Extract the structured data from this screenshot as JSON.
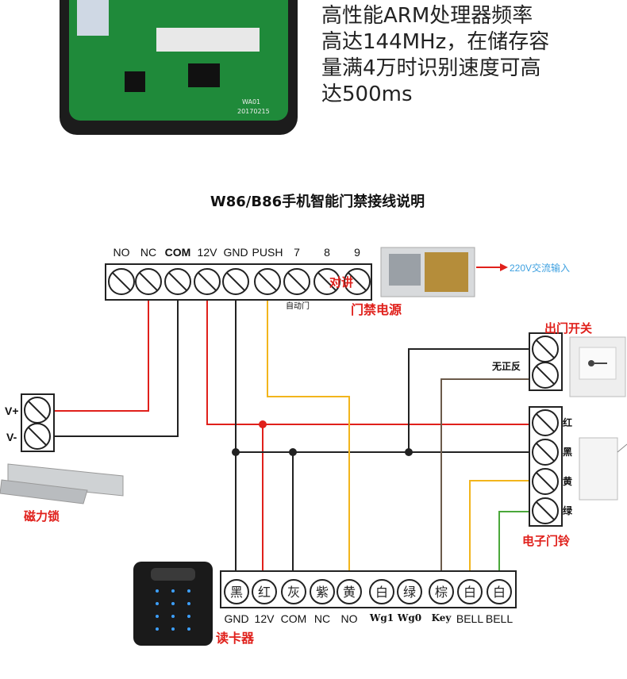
{
  "description_lines": [
    "高性能ARM处理器频率",
    "高达144MHz，在储存容",
    "量满4万时识别速度可高",
    "达500ms"
  ],
  "board_marks": [
    "WA01",
    "20170215"
  ],
  "title": "W86/B86手机智能门禁接线说明",
  "top_terminals": [
    "NO",
    "NC",
    "COM",
    "12V",
    "GND",
    "PUSH",
    "7",
    "8",
    "9"
  ],
  "auto_door_label": "自动门",
  "intercom_label": "对讲",
  "power_supply_label": "门禁电源",
  "ac_input_label": "220V交流输入",
  "lock": {
    "plus": "V+",
    "minus": "V-",
    "label": "磁力锁"
  },
  "exit_switch": {
    "label": "出门开关",
    "note": "无正反"
  },
  "bell": {
    "wires": [
      "红",
      "黑",
      "黄",
      "绿"
    ],
    "label": "电子门铃"
  },
  "reader": {
    "colors": [
      "黑",
      "红",
      "灰",
      "紫",
      "黄",
      "白",
      "绿",
      "棕",
      "白",
      "白"
    ],
    "pins": [
      "GND",
      "12V",
      "COM",
      "NC",
      "NO",
      "Wg1",
      "Wg0",
      "Key",
      "BELL",
      "BELL"
    ],
    "label": "读卡器"
  },
  "wire_colors": {
    "red": "#e0201b",
    "black": "#222222",
    "yellow": "#f2b51c",
    "brown": "#6b5a4a",
    "green": "#4aa83a"
  }
}
